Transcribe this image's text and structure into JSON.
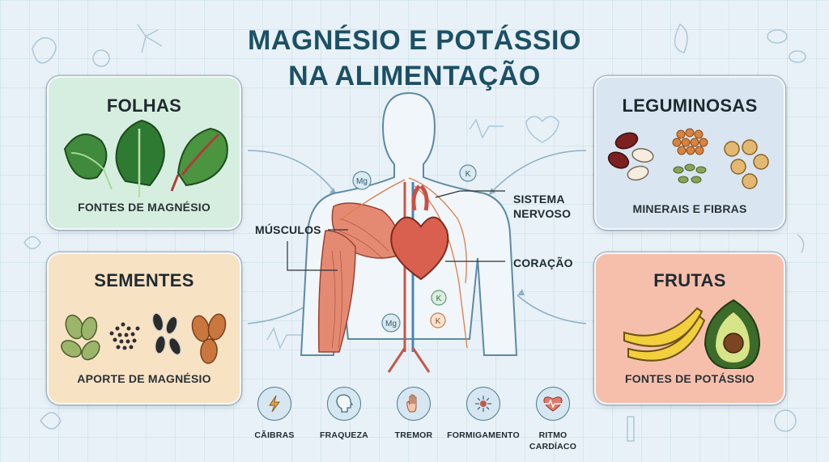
{
  "title": {
    "line1": "MAGNÉSIO E POTÁSSIO",
    "line2": "NA ALIMENTAÇÃO"
  },
  "cards": {
    "folhas": {
      "title": "FOLHAS",
      "subtitle": "FONTES DE MAGNÉSIO"
    },
    "sementes": {
      "title": "SEMENTES",
      "subtitle": "APORTE DE MAGNÉSIO"
    },
    "leguminosas": {
      "title": "LEGUMINOSAS",
      "subtitle": "MINERAIS E FIBRAS"
    },
    "frutas": {
      "title": "FRUTAS",
      "subtitle": "FONTES DE POTÁSSIO"
    }
  },
  "body_labels": {
    "musculos": "MÚSCULOS",
    "sistema_line1": "SISTEMA",
    "sistema_line2": "NERVOSO",
    "coracao": "CORAÇÃO"
  },
  "mineral_badges": {
    "mg": "Mg",
    "k": "K"
  },
  "symptoms": [
    {
      "label": "CÃIBRAS",
      "icon": "lightning-icon"
    },
    {
      "label": "FRAQUEZA",
      "icon": "head-profile-icon"
    },
    {
      "label": "TREMOR",
      "icon": "hand-icon"
    },
    {
      "label": "FORMIGAMENTO",
      "icon": "tingling-icon"
    },
    {
      "label_line1": "RITMO",
      "label_line2": "CARDÍACO",
      "icon": "heart-rhythm-icon"
    }
  ],
  "colors": {
    "title": "#1c5064",
    "folhas_bg": "#d6eedf",
    "sementes_bg": "#f8e2c4",
    "leguminosas_bg": "#d9e6f1",
    "frutas_bg": "#f6bfac",
    "muscle": "#e58a72",
    "heart": "#d9604e"
  }
}
